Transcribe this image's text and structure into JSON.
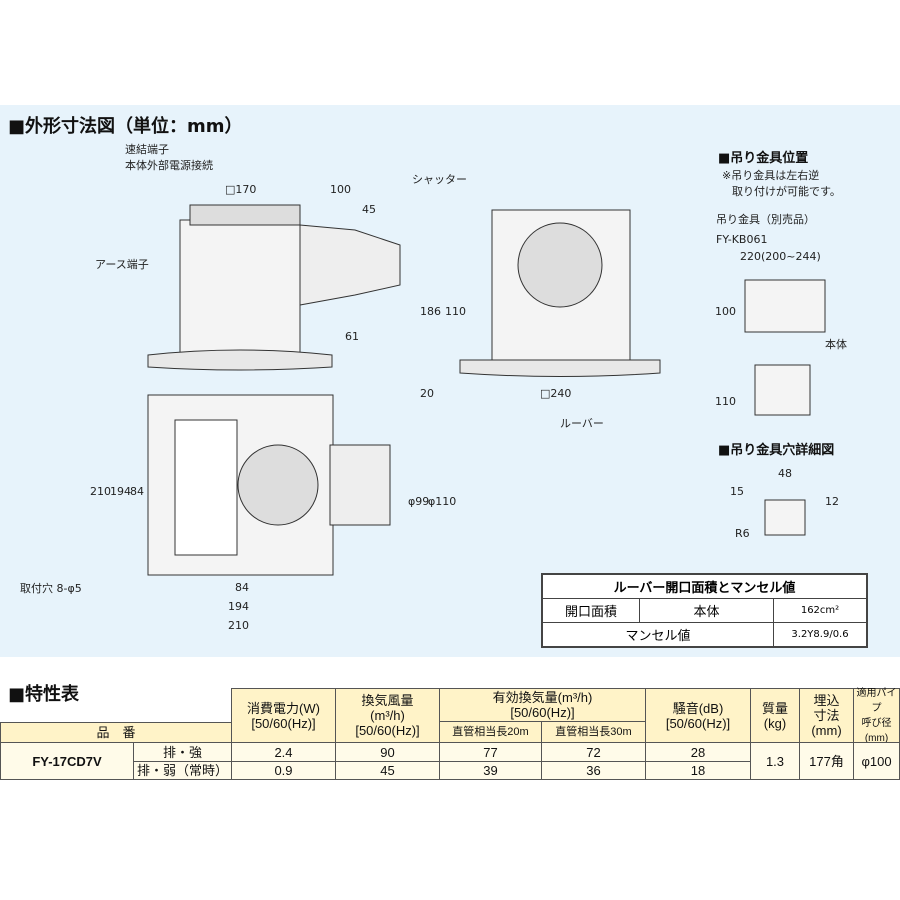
{
  "outline": {
    "title": "■外形寸法図（単位：mm）",
    "labels": {
      "terminal": "速結端子",
      "power": "本体外部電源接続",
      "earth": "アース端子",
      "shutter": "シャッター",
      "louver": "ルーバー",
      "mount": "取付穴 8-φ5"
    },
    "dims": {
      "d170": "□170",
      "d100": "100",
      "d45": "45",
      "d61": "61",
      "d186": "186",
      "d110": "110",
      "d20": "20",
      "d240": "□240",
      "d210v": "210",
      "d194v": "194",
      "d84v": "84",
      "d99": "φ99",
      "d110p": "φ110",
      "d84h": "84",
      "d194h": "194",
      "d210h": "210"
    }
  },
  "hanger": {
    "title": "■吊り金具位置",
    "note1": "※吊り金具は左右逆",
    "note2": "取り付けが可能です。",
    "part": "吊り金具（別売品）",
    "model": "FY-KB061",
    "d220": "220(200~244)",
    "d100": "100",
    "body": "本体",
    "d110": "110"
  },
  "hole": {
    "title": "■吊り金具穴詳細図",
    "d48": "48",
    "d15": "15",
    "d12": "12",
    "r6": "R6"
  },
  "louver_table": {
    "title": "ルーバー開口面積とマンセル値",
    "area_label": "開口面積",
    "body_label": "本体",
    "area_value": "162cm²",
    "munsell_label": "マンセル値",
    "munsell_value": "3.2Y8.9/0.6"
  },
  "spec": {
    "title": "■特性表",
    "headers": {
      "model": "品　番",
      "power": "消費電力(W)\n[50/60(Hz)]",
      "flow": "換気風量\n(m³/h)\n[50/60(Hz)]",
      "effective": "有効換気量(m³/h)\n[50/60(Hz)]",
      "eff20": "直管相当長20m",
      "eff30": "直管相当長30m",
      "noise": "騒音(dB)\n[50/60(Hz)]",
      "mass": "質量\n(kg)",
      "embed": "埋込\n寸法\n(mm)",
      "pipe": "適用パイプ\n呼び径\n(mm)"
    },
    "model": "FY-17CD7V",
    "rows": [
      {
        "mode": "排・強",
        "power": "2.4",
        "flow": "90",
        "eff20": "77",
        "eff30": "72",
        "noise": "28"
      },
      {
        "mode": "排・弱（常時）",
        "power": "0.9",
        "flow": "45",
        "eff20": "39",
        "eff30": "36",
        "noise": "18"
      }
    ],
    "mass": "1.3",
    "embed": "177角",
    "pipe": "φ100"
  }
}
